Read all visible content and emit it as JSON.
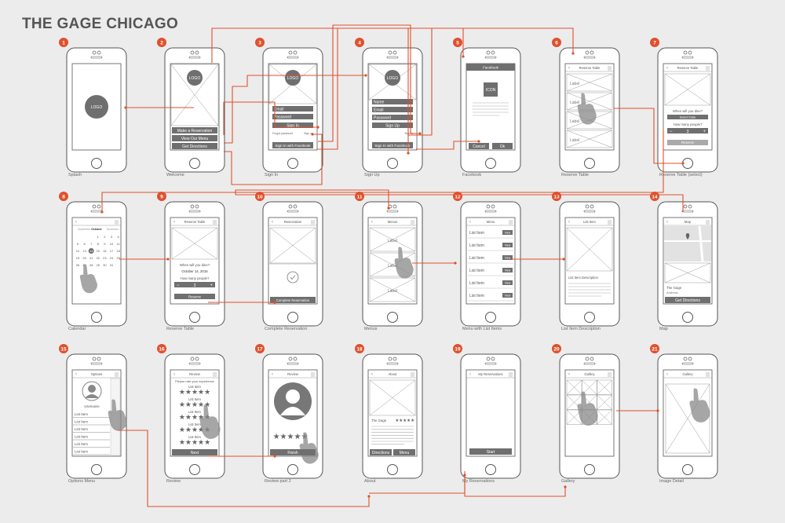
{
  "title": "THE GAGE CHICAGO",
  "colors": {
    "accent": "#e0502d",
    "frame": "#555555",
    "wire": "#9a9a9a",
    "bar": "#6f6f6f",
    "background": "#ececec"
  },
  "screens": [
    {
      "num": "1",
      "label": "Splash",
      "logo": "LOGO"
    },
    {
      "num": "2",
      "label": "Welcome",
      "logo": "LOGO",
      "buttons": [
        "Make a Reservation",
        "View Our Menu",
        "Get Directions"
      ]
    },
    {
      "num": "3",
      "label": "Sign In",
      "logo": "LOGO",
      "fields": [
        "Email",
        "Password"
      ],
      "primary": "Sign In",
      "forgot": "Forgot password",
      "signup": "Sign up",
      "facebook": "Sign In with Facebook"
    },
    {
      "num": "4",
      "label": "Sign Up",
      "logo": "LOGO",
      "fields": [
        "Name",
        "Email",
        "Password"
      ],
      "primary": "Sign Up",
      "signin": "Sign in",
      "facebook": "Sign In with Facebook"
    },
    {
      "num": "5",
      "label": "Facebook",
      "header": "Facebook",
      "icon": "ICON",
      "body": "Lorem ipsum dolor sit amet, consectetur adipiscing elit. Phasellus purus massa, imperdiet luctus dolor. Aliquam erat volutpat.",
      "cancel": "Cancel",
      "ok": "Ok"
    },
    {
      "num": "6",
      "label": "Reserve Table",
      "header": "Reserve Table",
      "items": [
        "Label",
        "Label",
        "Label",
        "Label"
      ]
    },
    {
      "num": "7",
      "label": "Reserve Table (select)",
      "header": "Reserve Table",
      "q1": "When will you dine?",
      "select": "Select Date",
      "q2": "How many people?",
      "minus": "−",
      "count": "3",
      "plus": "+",
      "button": "Reserve"
    },
    {
      "num": "8",
      "label": "Calendar",
      "months": [
        "September",
        "October",
        "November"
      ],
      "days": [
        "1",
        "2",
        "3",
        "4",
        "5",
        "6",
        "7",
        "8",
        "9",
        "10",
        "11",
        "12",
        "13",
        "14",
        "15",
        "16",
        "17",
        "18",
        "19",
        "20",
        "21",
        "22",
        "23",
        "24",
        "25",
        "26",
        "27",
        "28",
        "29",
        "30",
        "31"
      ]
    },
    {
      "num": "9",
      "label": "Reserve Table",
      "header": "Reserve Table",
      "q1": "When will you dine?",
      "date": "October 14, 2015",
      "q2": "How many people?",
      "minus": "−",
      "count": "3",
      "plus": "+",
      "button": "Reserve"
    },
    {
      "num": "10",
      "label": "Complete Reservation",
      "header": "Reservation",
      "button": "Complete Reservation"
    },
    {
      "num": "11",
      "label": "Menus",
      "header": "Menus",
      "items": [
        "Label",
        "Label",
        "Label"
      ]
    },
    {
      "num": "12",
      "label": "Menu with List Items",
      "header": "Menu",
      "item": "List Item",
      "view": "View"
    },
    {
      "num": "13",
      "label": "List Item Description",
      "header": "List Item",
      "desc_title": "List Item Description",
      "body": "Lorem ipsum dolor sit amet, consectetur adipiscing elit. Phasellus purus massa, imperdiet luctus dolor. Aliquam erat volutpat."
    },
    {
      "num": "14",
      "label": "Map",
      "header": "Map",
      "place": "The Gage",
      "address": "Address",
      "button": "Get Directions"
    },
    {
      "num": "15",
      "label": "Options Menu",
      "header": "Options",
      "username": "Username",
      "item": "List Item"
    },
    {
      "num": "16",
      "label": "Review",
      "header": "Review",
      "prompt": "Please rate your experience",
      "item": "List Item",
      "stars": "★★★★★",
      "button": "Next"
    },
    {
      "num": "17",
      "label": "Review part 2",
      "header": "Review",
      "stars": "★★★★★",
      "button": "Finish"
    },
    {
      "num": "18",
      "label": "About",
      "header": "About",
      "place": "The Gage",
      "stars": "★★★★★",
      "body": "Lorem ipsum dolor sit amet, consectetur adipiscing elit. Phasellus purus massa, imperdiet luctus dolor. Aliquam erat volutpat. Lorem ipsum dolor sit amet.",
      "btn1": "Directions",
      "btn2": "Menu"
    },
    {
      "num": "19",
      "label": "My Reservations",
      "header": "My Reservations",
      "button": "Start"
    },
    {
      "num": "20",
      "label": "Gallery",
      "header": "Gallery"
    },
    {
      "num": "21",
      "label": "Image Detail",
      "header": "Gallery"
    }
  ]
}
